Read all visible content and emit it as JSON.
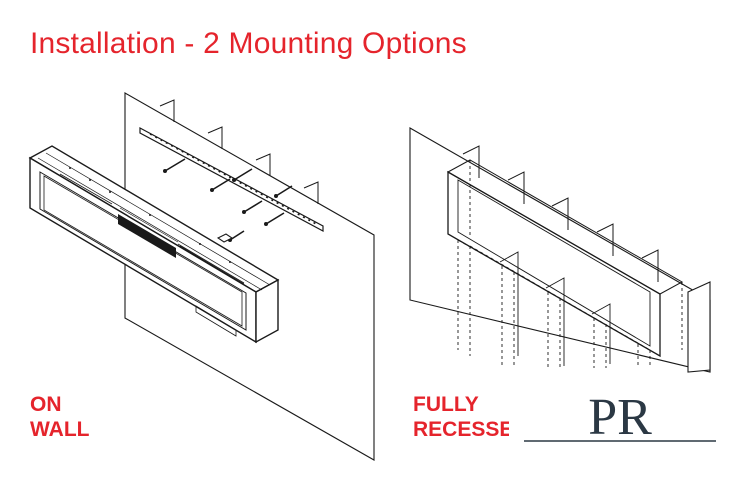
{
  "header": {
    "title": "Installation - 2 Mounting Options"
  },
  "options": [
    {
      "id": "on-wall",
      "line1": "ON",
      "line2": "WALL"
    },
    {
      "id": "fully-recessed",
      "line1": "FULLY",
      "line2": "RECESSED"
    }
  ],
  "logo": {
    "letters": "PR",
    "color": "#2b3844"
  },
  "colors": {
    "accent": "#e5242c",
    "line": "#1a1a1a"
  }
}
